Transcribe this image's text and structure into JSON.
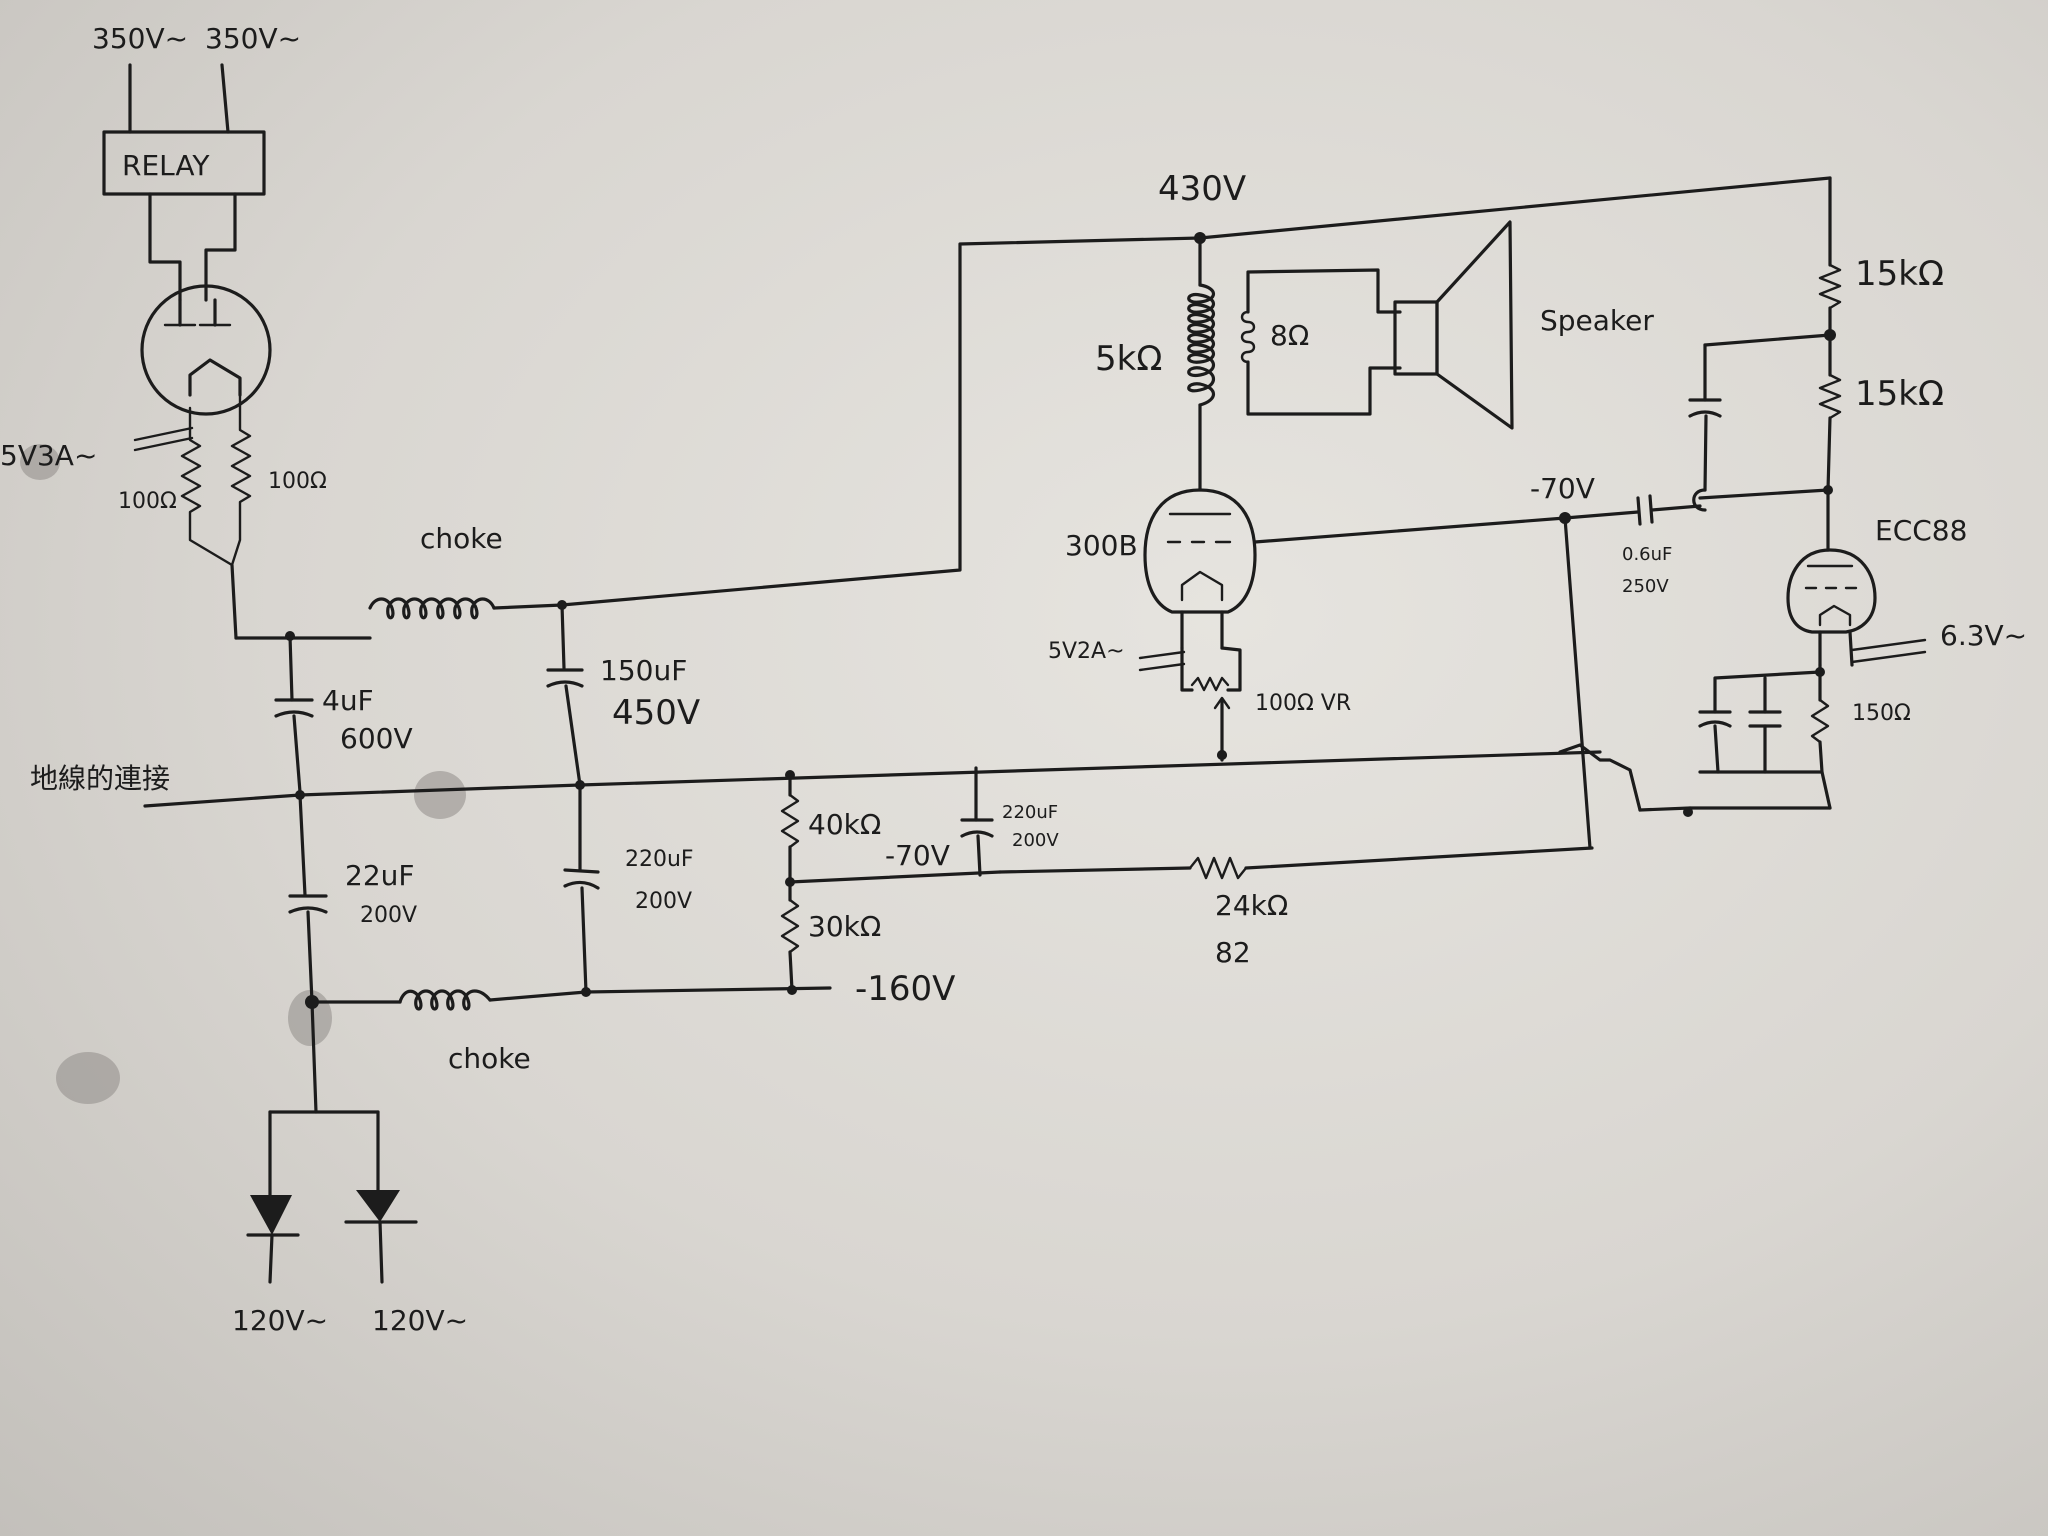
{
  "labels": {
    "ac_in_1": "350V~",
    "ac_in_2": "350V~",
    "relay": "RELAY",
    "rect_filament": "5V3A~",
    "r_100_left": "100Ω",
    "r_100_right": "100Ω",
    "choke_top": "choke",
    "cap_4uf": "4uF",
    "cap_4uf_v": "600V",
    "cap_150uf": "150uF",
    "cap_150uf_v": "450V",
    "ground_note": "地線的連接",
    "cap_22uf": "22uF",
    "cap_22uf_v": "200V",
    "cap_220uf_mid": "220uF",
    "cap_220uf_mid_v": "200V",
    "r_40k": "40kΩ",
    "r_30k": "30kΩ",
    "v_minus70_mid": "-70V",
    "cap_220uf_right": "220uF",
    "cap_220uf_right_v": "200V",
    "v_minus160": "-160V",
    "choke_bottom": "choke",
    "diode_ac_1": "120V~",
    "diode_ac_2": "120V~",
    "v_430": "430V",
    "transformer_primary": "5kΩ",
    "transformer_secondary": "8Ω",
    "speaker": "Speaker",
    "tube_300b": "300B",
    "filament_300b": "5V2A~",
    "vr_100": "100Ω VR",
    "r_24k": "24kΩ",
    "r_82": "82",
    "v_minus70_grid": "-70V",
    "cap_coupling": "0.6uF",
    "cap_coupling_v": "250V",
    "r_15k_top": "15kΩ",
    "r_15k_bottom": "15kΩ",
    "tube_ecc88": "ECC88",
    "filament_ecc88": "6.3V~",
    "r_150": "150Ω"
  }
}
